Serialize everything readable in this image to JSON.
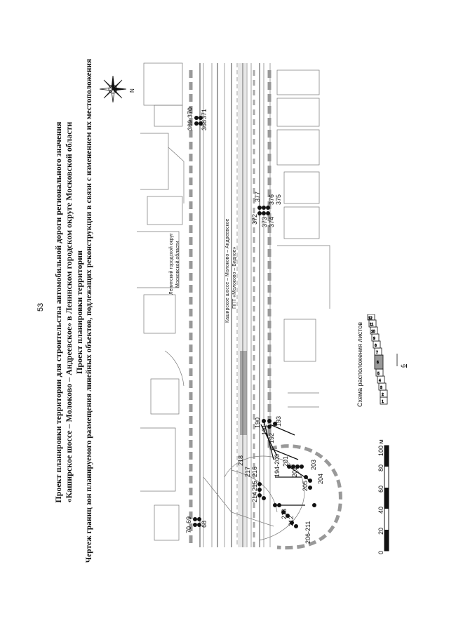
{
  "page_number": "53",
  "title": {
    "line1": "Проект планировки территории для строительства автомобильной дороги регионального значения",
    "line2": "«Каширское шоссе – Молоково – Андреевское» в Ленинском городском округе Московской области",
    "line3": "Проект планировки территории",
    "line4": "Чертеж границ зон планируемого размещения линейных объектов, подлежащих реконструкции в связи с изменением их местоположения"
  },
  "north_label": "N",
  "map_labels": {
    "district": "Ленинский городской округ\nМосковской области",
    "road_main": "Каширское шоссе – Молоково – Андреевское",
    "road_ppt": "ППТ «Молоково – Видное»"
  },
  "points": [
    "68",
    "69",
    "70",
    "190",
    "191",
    "192",
    "193",
    "194-200",
    "201",
    "202",
    "203",
    "204",
    "205",
    "206-211",
    "212",
    "213",
    "214",
    "215",
    "216",
    "217",
    "218",
    "368",
    "369",
    "370",
    "371",
    "372",
    "373",
    "374",
    "375",
    "376",
    "377"
  ],
  "scale_bar": {
    "ticks": [
      "0",
      "20",
      "40",
      "60",
      "80",
      "100 м"
    ]
  },
  "sheet_scheme": {
    "title": "Схема расположения листов",
    "sheets": [
      "1",
      "2",
      "3",
      "4",
      "5",
      "6",
      "7",
      "8",
      "9",
      "10",
      "11",
      "12"
    ],
    "current_sheet": "6"
  }
}
